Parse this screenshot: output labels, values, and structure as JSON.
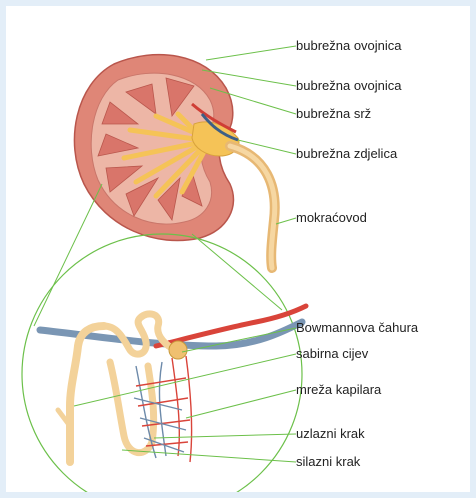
{
  "colors": {
    "page_background": "#e3eef8",
    "panel_background": "#ffffff",
    "leader_line": "#6cc04a",
    "cortex": "#e0867a",
    "medulla": "#f2c6b4",
    "pelvis": "#f7c870",
    "ureter": "#f0c78a",
    "artery": "#d9443a",
    "vein": "#5f7e9e",
    "tubule": "#f3d29a"
  },
  "labels": {
    "kidney": [
      {
        "id": "capsule_1",
        "text": "bubrežna ovojnica"
      },
      {
        "id": "capsule_2",
        "text": "bubrežna ovojnica"
      },
      {
        "id": "medulla",
        "text": "bubrežna srž"
      },
      {
        "id": "pelvis",
        "text": "bubrežna zdjelica"
      },
      {
        "id": "ureter",
        "text": "mokraćovod"
      }
    ],
    "nephron": [
      {
        "id": "bowman",
        "text": "Bowmannova čahura"
      },
      {
        "id": "collecting_duct",
        "text": "sabirna cijev"
      },
      {
        "id": "capillary_net",
        "text": "mreža kapilara"
      },
      {
        "id": "ascending_limb",
        "text": "uzlazni krak"
      },
      {
        "id": "descending_limb",
        "text": "silazni krak"
      }
    ]
  }
}
